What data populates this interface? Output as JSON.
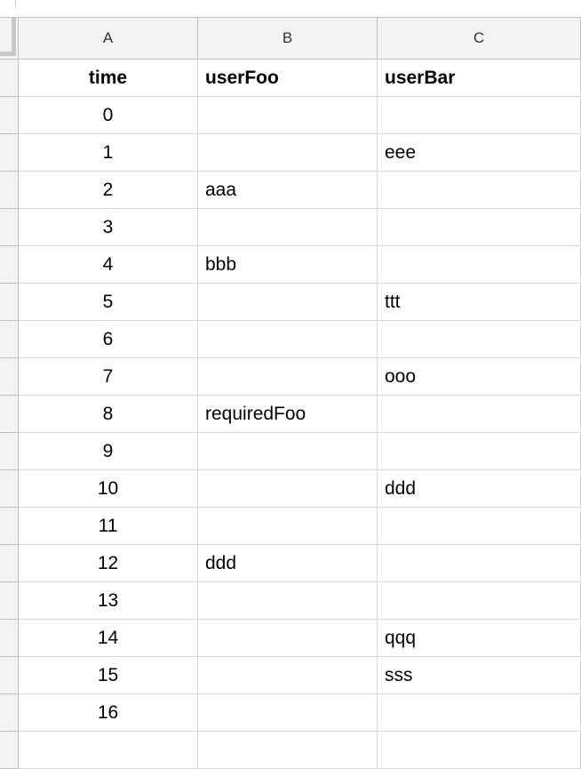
{
  "columns": [
    "A",
    "B",
    "C"
  ],
  "header_row": [
    "time",
    "userFoo",
    "userBar"
  ],
  "rows": [
    [
      "0",
      "",
      ""
    ],
    [
      "1",
      "",
      "eee"
    ],
    [
      "2",
      "aaa",
      ""
    ],
    [
      "3",
      "",
      ""
    ],
    [
      "4",
      "bbb",
      ""
    ],
    [
      "5",
      "",
      "ttt"
    ],
    [
      "6",
      "",
      ""
    ],
    [
      "7",
      "",
      "ooo"
    ],
    [
      "8",
      "requiredFoo",
      ""
    ],
    [
      "9",
      "",
      ""
    ],
    [
      "10",
      "",
      "ddd"
    ],
    [
      "11",
      "",
      ""
    ],
    [
      "12",
      "ddd",
      ""
    ],
    [
      "13",
      "",
      ""
    ],
    [
      "14",
      "",
      "qqq"
    ],
    [
      "15",
      "",
      "sss"
    ],
    [
      "16",
      "",
      ""
    ],
    [
      "",
      "",
      ""
    ]
  ]
}
